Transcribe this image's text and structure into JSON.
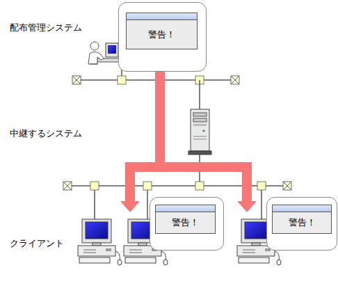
{
  "diagram": {
    "nodes": [
      {
        "text": [
          "警告！"
        ]
      },
      {
        "text": [
          "警告！"
        ]
      },
      {
        "text": [
          "警告！"
        ]
      }
    ],
    "edges": [
      {
        "from": 0,
        "to": 1,
        "arrow": "to"
      },
      {
        "from": 0,
        "to": 2,
        "arrow": "to"
      }
    ],
    "labels": [
      "配布管理システム",
      "中継するシステム",
      "クライアント"
    ]
  }
}
